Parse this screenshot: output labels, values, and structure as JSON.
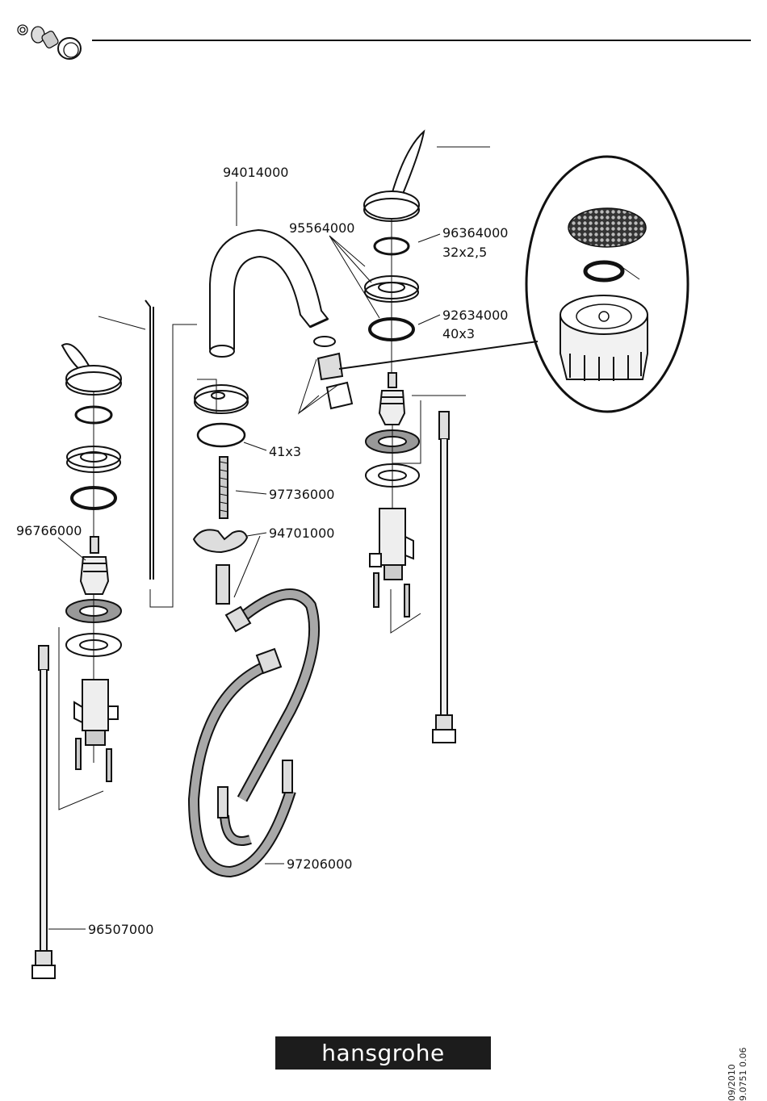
{
  "labels": {
    "spout": "94014000",
    "spout_washer": "95564000",
    "oring_small_code": "96364000",
    "oring_small_size": "32x2,5",
    "oring_large_code": "92634000",
    "oring_large_size": "40x3",
    "spout_seal_size": "41x3",
    "threaded_rod": "97736000",
    "mounting_kit": "94701000",
    "cartridge": "96766000",
    "hose": "97206000",
    "connection_hose": "96507000"
  },
  "brand": "hansgrohe",
  "doc_date": "09/2010",
  "doc_number": "9.0751 0.06",
  "colors": {
    "line": "#111111",
    "hose": "#9a9a9a",
    "brand_bg": "#1c1c1c"
  },
  "icons": [
    "aerator-parts-icon"
  ]
}
